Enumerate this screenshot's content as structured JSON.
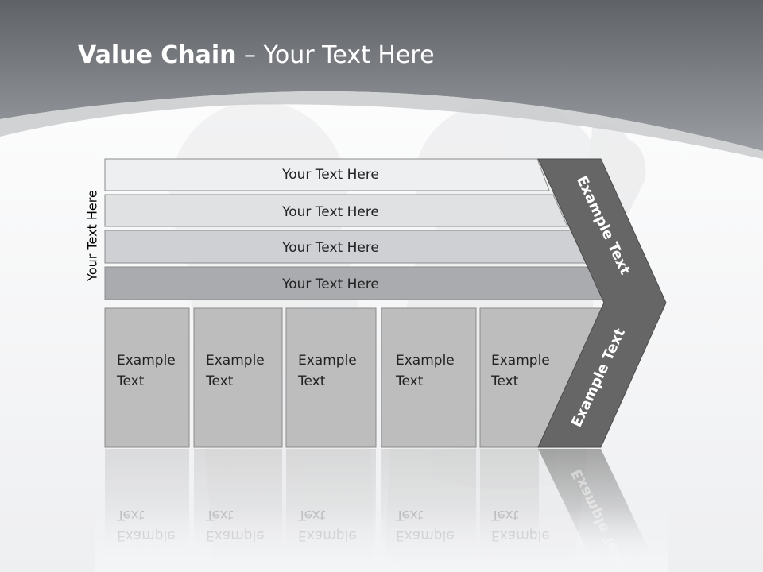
{
  "title": {
    "bold": "Value Chain",
    "rest": " – Your Text Here"
  },
  "side_label": "Your Text Here",
  "bars": [
    "Your Text Here",
    "Your Text Here",
    "Your Text Here",
    "Your Text Here"
  ],
  "columns": [
    [
      "Example",
      "Text"
    ],
    [
      "Example",
      "Text"
    ],
    [
      "Example",
      "Text"
    ],
    [
      "Example",
      "Text"
    ],
    [
      "Example",
      "Text"
    ]
  ],
  "chevron_top": "Example Text",
  "chevron_bottom": "Example Text",
  "colors": {
    "header": "#7a7d82",
    "bar_fills": [
      "#eeeff0",
      "#e0e1e3",
      "#cfd0d3",
      "#a9abaf"
    ],
    "column_fill": "#bdbdbd",
    "chevron": "#666666"
  }
}
